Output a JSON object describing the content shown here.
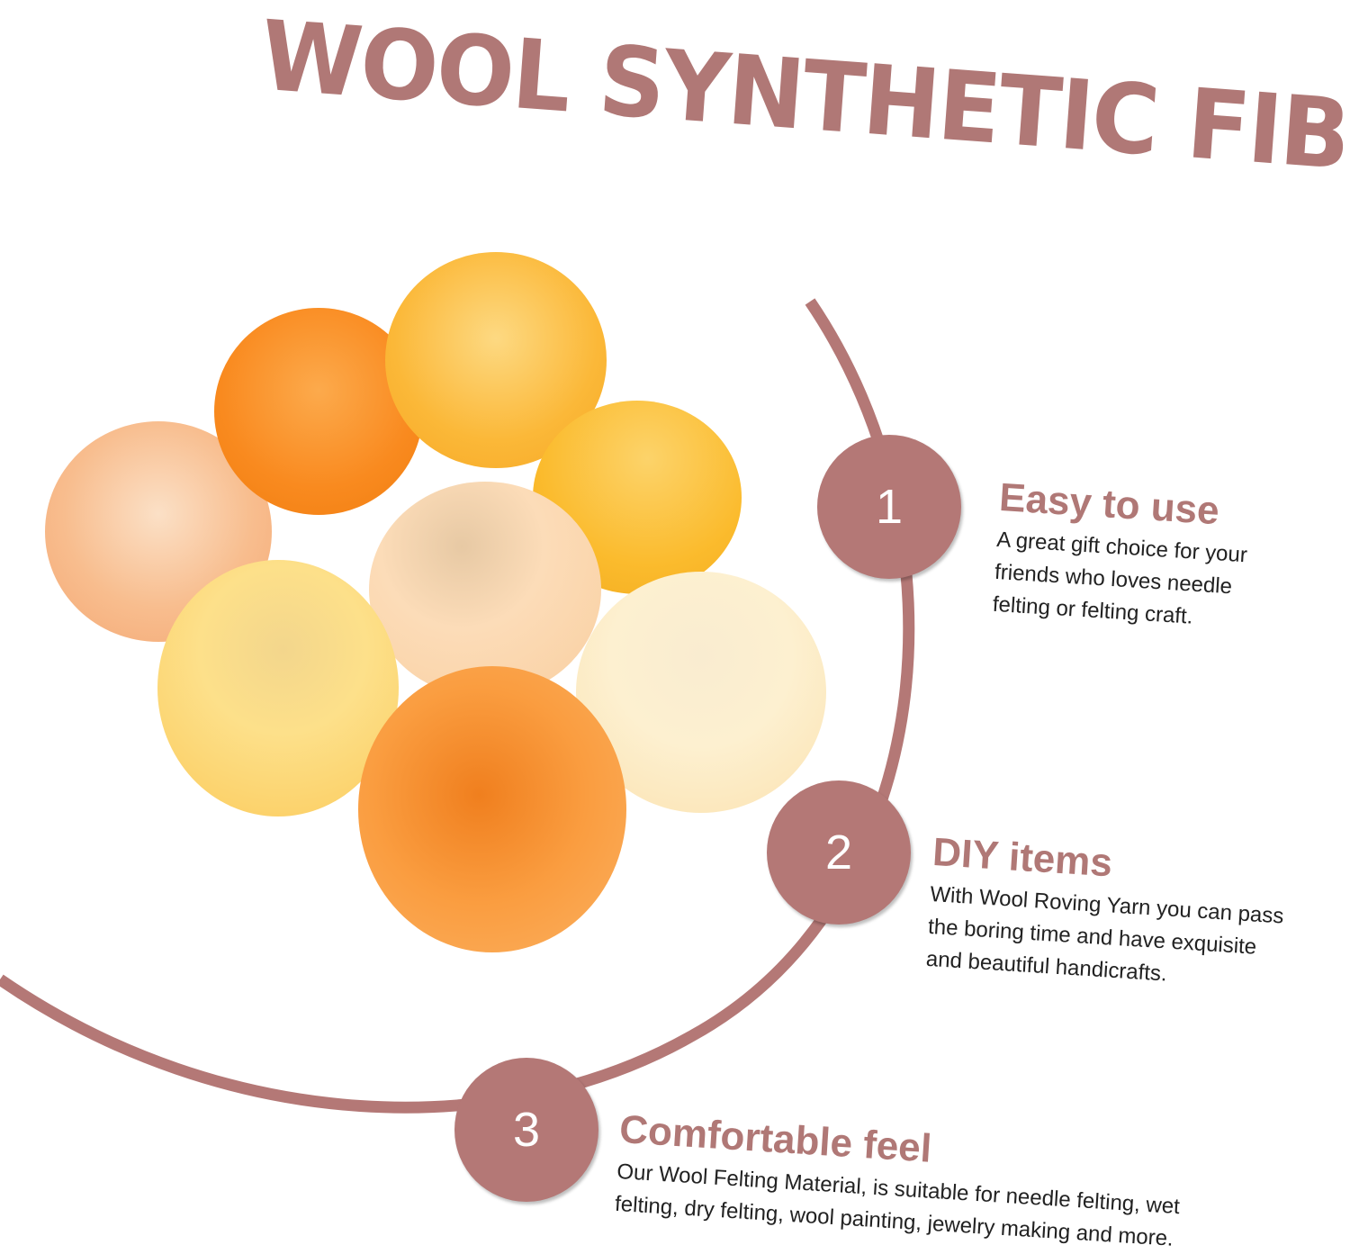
{
  "title": "WOOL SYNTHETIC FIBER",
  "colors": {
    "accent": "#b47876",
    "text": "#222222"
  },
  "features": [
    {
      "number": "1",
      "heading": "Easy to use",
      "lines": [
        "A great gift choice for your",
        "friends who loves needle",
        "felting or felting craft."
      ]
    },
    {
      "number": "2",
      "heading": "DIY items",
      "lines": [
        "With Wool Roving Yarn you can pass",
        "the boring time and have exquisite",
        "and beautiful handicrafts."
      ]
    },
    {
      "number": "3",
      "heading": "Comfortable feel",
      "lines": [
        "Our Wool Felting Material, is suitable for needle felting, wet",
        "felting, dry felting, wool painting, jewelry making and more."
      ]
    }
  ]
}
